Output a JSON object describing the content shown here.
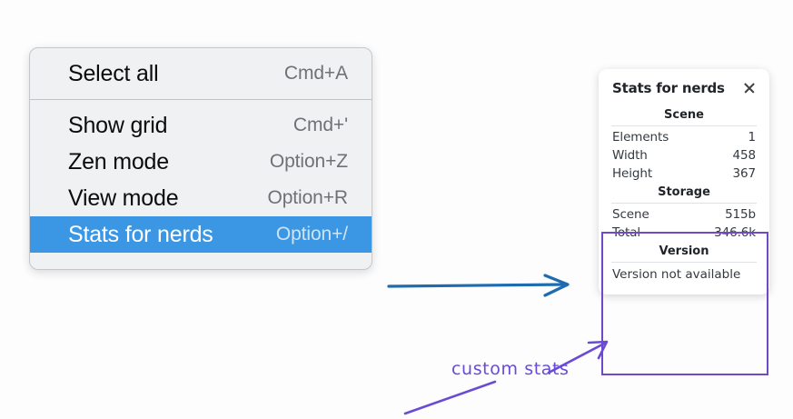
{
  "canvas": {
    "background": "#fdfdfd",
    "accent_blue": "#3b97e3",
    "arrow_blue": "#1f6bb0",
    "accent_purple": "#7048c8"
  },
  "context_menu": {
    "name": "Context menu",
    "sections": [
      {
        "items": [
          {
            "label": "Select all",
            "shortcut": "Cmd+A",
            "selected": false
          }
        ]
      },
      {
        "items": [
          {
            "label": "Show grid",
            "shortcut": "Cmd+'",
            "selected": false
          },
          {
            "label": "Zen mode",
            "shortcut": "Option+Z",
            "selected": false
          },
          {
            "label": "View mode",
            "shortcut": "Option+R",
            "selected": false
          },
          {
            "label": "Stats for nerds",
            "shortcut": "Option+/",
            "selected": true
          }
        ]
      }
    ]
  },
  "stats_panel": {
    "title": "Stats for nerds",
    "close_icon": "close-icon",
    "sections": [
      {
        "heading": "Scene",
        "rows": [
          {
            "key": "Elements",
            "value": "1"
          },
          {
            "key": "Width",
            "value": "458"
          },
          {
            "key": "Height",
            "value": "367"
          }
        ]
      },
      {
        "heading": "Storage",
        "rows": [
          {
            "key": "Scene",
            "value": "515b"
          },
          {
            "key": "Total",
            "value": "346.6k"
          }
        ]
      },
      {
        "heading": "Version",
        "text": "Version not available"
      }
    ]
  },
  "annotations": {
    "handwritten_label": "custom stats",
    "blue_arrow_name": "menu-to-panel-arrow",
    "purple_arrow_name": "custom-stats-pointer-arrow",
    "purple_underline_name": "custom-stats-underline"
  }
}
